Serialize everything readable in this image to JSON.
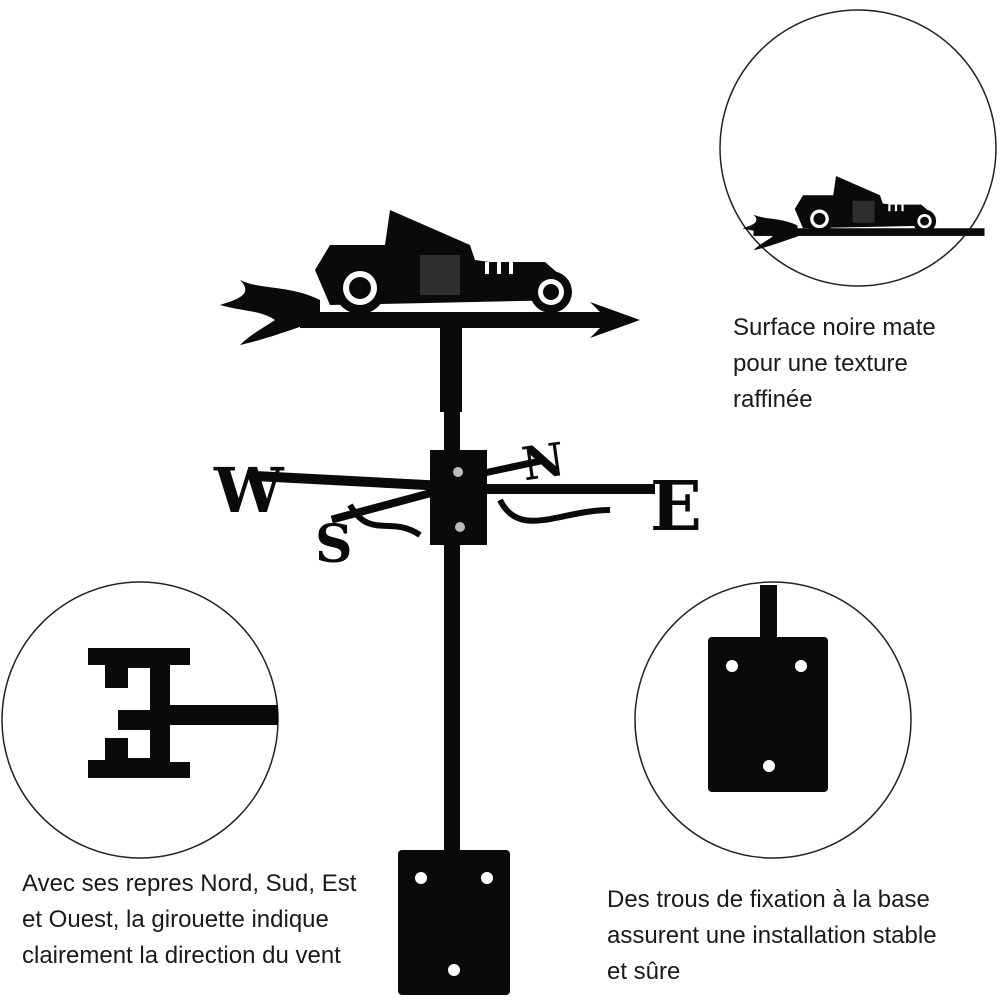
{
  "compass": {
    "west": "W",
    "east": "E",
    "north": "N",
    "south": "S"
  },
  "captions": {
    "finish": [
      "Surface noire mate",
      "pour une texture",
      "raffinée"
    ],
    "directions": [
      "Avec ses repres Nord, Sud, Est",
      "et Ouest, la girouette indique",
      "clairement la direction du vent"
    ],
    "mounting": [
      "Des trous de fixation à la base",
      "assurent une installation stable",
      "et sûre"
    ]
  },
  "colors": {
    "metal": "#0a0a0a",
    "text": "#1a1a1a",
    "circle": "#222222"
  }
}
